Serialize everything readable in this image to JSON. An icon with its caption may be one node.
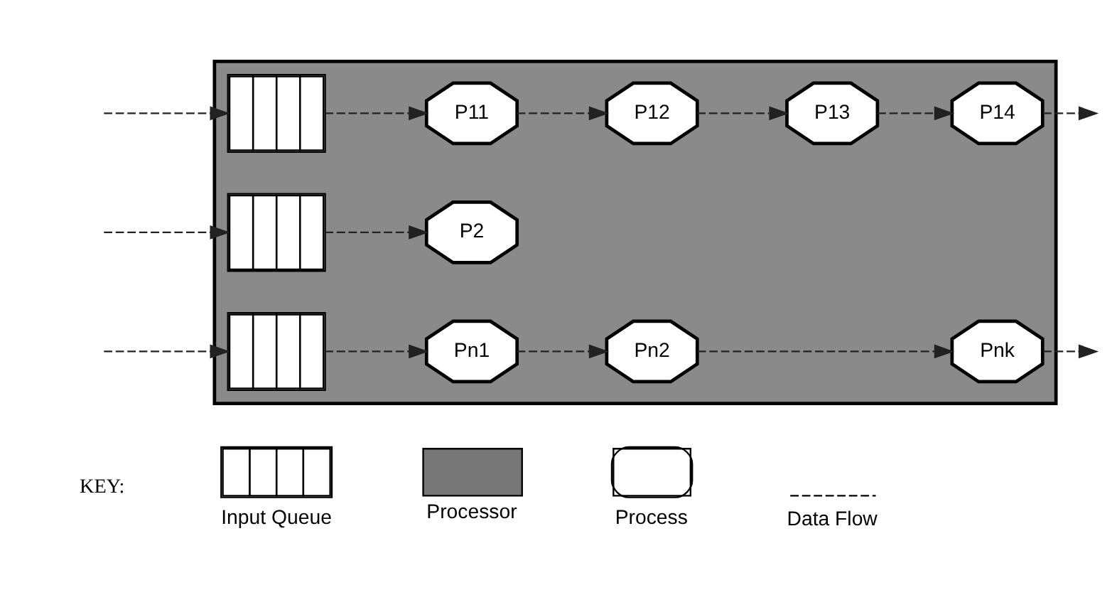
{
  "diagram": {
    "nodes": [
      {
        "text": [],
        "shape": "box"
      },
      {
        "text": [],
        "shape": "box",
        "in": 0
      },
      {
        "text": [
          "P11"
        ],
        "in": 0
      },
      {
        "text": [
          "P12"
        ],
        "in": 0
      },
      {
        "text": [
          "P13"
        ],
        "in": 0
      },
      {
        "text": [
          "P14"
        ],
        "in": 0
      },
      {
        "text": [],
        "shape": "box",
        "in": 0
      },
      {
        "text": [
          "P2"
        ],
        "in": 0
      },
      {
        "text": [],
        "shape": "box",
        "in": 0
      },
      {
        "text": [
          "Pn1"
        ],
        "in": 0
      },
      {
        "text": [
          "Pn2"
        ],
        "in": 0
      },
      {
        "text": [
          "Pnk"
        ],
        "in": 0
      }
    ],
    "edges": [
      {
        "from": null,
        "to": 1,
        "arrow": "to",
        "style": "dashed"
      },
      {
        "from": 1,
        "to": 2,
        "arrow": "to",
        "style": "dashed"
      },
      {
        "from": 2,
        "to": 3,
        "arrow": "to",
        "style": "dashed"
      },
      {
        "from": 3,
        "to": 4,
        "arrow": "to",
        "style": "dashed"
      },
      {
        "from": 4,
        "to": 5,
        "arrow": "to",
        "style": "dashed"
      },
      {
        "from": 5,
        "to": null,
        "arrow": "to",
        "style": "dashed"
      },
      {
        "from": null,
        "to": 6,
        "arrow": "to",
        "style": "dashed"
      },
      {
        "from": 6,
        "to": 7,
        "arrow": "to",
        "style": "dashed"
      },
      {
        "from": null,
        "to": 8,
        "arrow": "to",
        "style": "dashed"
      },
      {
        "from": 8,
        "to": 9,
        "arrow": "to",
        "style": "dashed"
      },
      {
        "from": 9,
        "to": 10,
        "arrow": "to",
        "style": "dashed"
      },
      {
        "from": 10,
        "to": 11,
        "arrow": "to",
        "style": "dashed"
      },
      {
        "from": 11,
        "to": null,
        "arrow": "to",
        "style": "dashed"
      }
    ],
    "labels": [
      "KEY:"
    ],
    "legend": [
      {
        "text": "Input Queue"
      },
      {
        "text": "Processor",
        "color": "#777777"
      },
      {
        "text": "Process"
      },
      {
        "text": "Data Flow"
      }
    ]
  }
}
